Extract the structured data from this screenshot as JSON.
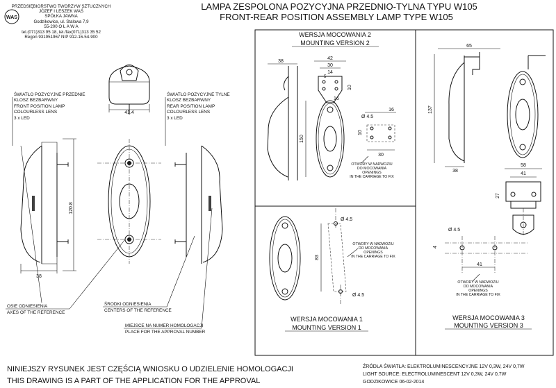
{
  "company": {
    "line1": "PRZEDSIĘBIORSTWO TWORZYW SZTUCZNYCH",
    "line2": "JÓZEF I LESZEK WAŚ",
    "line3": "SPÓŁKA JAWNA",
    "line4": "Godzikowice, ul. Stalowa 7,9",
    "line5": "55-200  O Ł A W A",
    "line6": "tel.(071)313 95 18, tel./fax(071)313 35 52",
    "line7": "Regon 931951967 NIP 912-16-54-900",
    "logo_text": "WAS"
  },
  "title": {
    "pl": "LAMPA ZESPOLONA POZYCYJNA PRZEDNIO-TYLNA TYPU W105",
    "en": "FRONT-REAR POSITION ASSEMBLY LAMP TYPE W105"
  },
  "labels": {
    "front_pl1": "ŚWIATŁO POZYCYJNE PRZEDNIE",
    "front_pl2": "KLOSZ BEZBARWNY",
    "front_en1": "FRONT POSITION LAMP",
    "front_en2": "COLOURLESS LENS",
    "front_led": "3 x LED",
    "rear_pl1": "ŚWIATŁO POZYCYJNE TYLNE",
    "rear_pl2": "KLOSZ BEZBARWNY",
    "rear_en1": "REAR POSITION LAMP",
    "rear_en2": "COLOURLESS LENS",
    "rear_led": "3 x LED",
    "axes_pl": "OSIE ODNIESIENIA",
    "axes_en": "AXES OF THE REFERENCE",
    "centers_pl": "ŚRODKI ODNIESIENIA",
    "centers_en": "CENTERS OF THE REFERENCE",
    "approval_pl": "MIEJSCE NA NUMER HOMOLOGACJI",
    "approval_en": "PLACE FOR THE APPROVAL NUMBER",
    "openings1": "OTWORY W NADWOZIU",
    "openings2": "DO MOCOWANIA",
    "openings3": "OPENINGS",
    "openings4": "IN THE CARRIAGE TO FIX"
  },
  "mounting": {
    "v2_pl": "WERSJA MOCOWANIA 2",
    "v2_en": "MOUNTING VERSION 2",
    "v1_pl": "WERSJA MOCOWANIA 1",
    "v1_en": "MOUNTING VERSION 1",
    "v3_pl": "WERSJA MOCOWANIA 3",
    "v3_en": "MOUNTING VERSION 3"
  },
  "dims": {
    "d41_4": "41.4",
    "d120_8": "120.8",
    "d38_main": "38",
    "d38_v2": "38",
    "d42": "42",
    "d30_v2": "30",
    "d14": "14",
    "d5": "5",
    "d16_a": "16",
    "d16_b": "16",
    "d10_v2": "10",
    "d150": "150",
    "d4_5_v2": "Ø 4.5",
    "d10_v2b": "10",
    "d30_v2b": "30",
    "d4_5_v1a": "Ø 4.5",
    "d4_5_v1b": "Ø 4.5",
    "d83": "83",
    "d65": "65",
    "d137": "137",
    "d38_v3": "38",
    "d58": "58",
    "d41_v3": "41",
    "d27": "27",
    "d4_5_v3": "Ø 4.5",
    "d41_v3b": "41",
    "d4": "4"
  },
  "footer": {
    "note_pl": "NINIEJSZY RYSUNEK JEST CZĘŚCIĄ WNIOSKU O  UDZIELENIE  HOMOLOGACJI",
    "note_en": "THIS DRAWING IS A PART OF THE APPLICATION FOR THE APPROVAL",
    "light_pl": "ŹRÓDŁA ŚWIATŁA: ELEKTROLUMINESCENCYJNE 12V 0,3W, 24V 0,7W",
    "light_en": "LIGHT SOURCE: ELECTROLUMINESCENT 12V 0,3W, 24V 0,7W",
    "date": "GODZIKOWICE 06-02-2014"
  }
}
